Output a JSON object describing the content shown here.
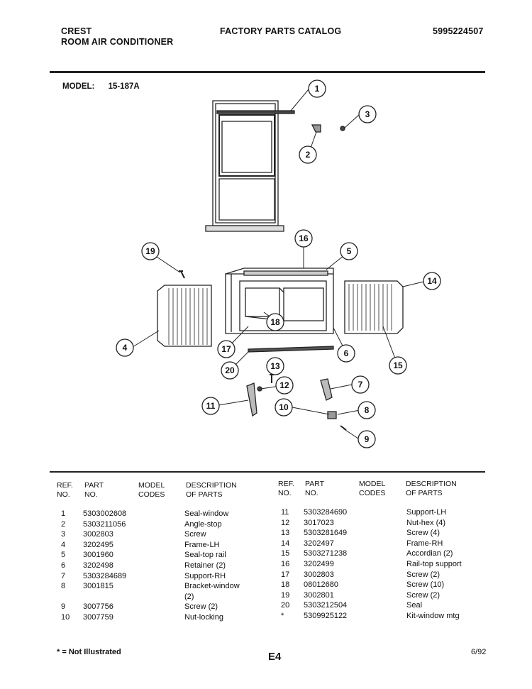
{
  "header": {
    "brand": "CREST",
    "product": "ROOM AIR CONDITIONER",
    "catalog_title": "FACTORY PARTS CATALOG",
    "catalog_number": "5995224507"
  },
  "model": {
    "label": "MODEL:",
    "value": "15-187A"
  },
  "callouts": [
    "1",
    "2",
    "3",
    "4",
    "5",
    "6",
    "7",
    "8",
    "9",
    "10",
    "11",
    "12",
    "13",
    "14",
    "15",
    "16",
    "17",
    "18",
    "19",
    "20"
  ],
  "table_headers": {
    "ref": [
      "REF.",
      "NO."
    ],
    "part": [
      "PART",
      "NO."
    ],
    "model": [
      "MODEL",
      "CODES"
    ],
    "description": [
      "DESCRIPTION",
      "OF PARTS"
    ]
  },
  "parts_left": [
    {
      "ref": "1",
      "part": "5303002608",
      "desc": "Seal-window"
    },
    {
      "ref": "2",
      "part": "5303211056",
      "desc": "Angle-stop"
    },
    {
      "ref": "3",
      "part": "3002803",
      "desc": "Screw"
    },
    {
      "ref": "4",
      "part": "3202495",
      "desc": "Frame-LH"
    },
    {
      "ref": "5",
      "part": "3001960",
      "desc": "Seal-top rail"
    },
    {
      "ref": "6",
      "part": "3202498",
      "desc": "Retainer (2)"
    },
    {
      "ref": "7",
      "part": "5303284689",
      "desc": "Support-RH"
    },
    {
      "ref": "8",
      "part": "3001815",
      "desc": "Bracket-window"
    },
    {
      "ref": "",
      "part": "",
      "desc": "(2)"
    },
    {
      "ref": "9",
      "part": "3007756",
      "desc": "Screw (2)"
    },
    {
      "ref": "10",
      "part": "3007759",
      "desc": "Nut-locking"
    }
  ],
  "parts_right": [
    {
      "ref": "11",
      "part": "5303284690",
      "desc": "Support-LH"
    },
    {
      "ref": "12",
      "part": "3017023",
      "desc": "Nut-hex (4)"
    },
    {
      "ref": "13",
      "part": "5303281649",
      "desc": "Screw (4)"
    },
    {
      "ref": "14",
      "part": "3202497",
      "desc": "Frame-RH"
    },
    {
      "ref": "15",
      "part": "5303271238",
      "desc": "Accordian (2)"
    },
    {
      "ref": "16",
      "part": "3202499",
      "desc": "Rail-top support"
    },
    {
      "ref": "17",
      "part": "3002803",
      "desc": "Screw (2)"
    },
    {
      "ref": "18",
      "part": "08012680",
      "desc": "Screw (10)"
    },
    {
      "ref": "19",
      "part": "3002801",
      "desc": "Screw (2)"
    },
    {
      "ref": "20",
      "part": "5303212504",
      "desc": "Seal"
    },
    {
      "ref": "*",
      "part": "5309925122",
      "desc": "Kit-window mtg"
    }
  ],
  "footer": {
    "note": "* = Not Illustrated",
    "page": "E4",
    "date": "6/92"
  }
}
